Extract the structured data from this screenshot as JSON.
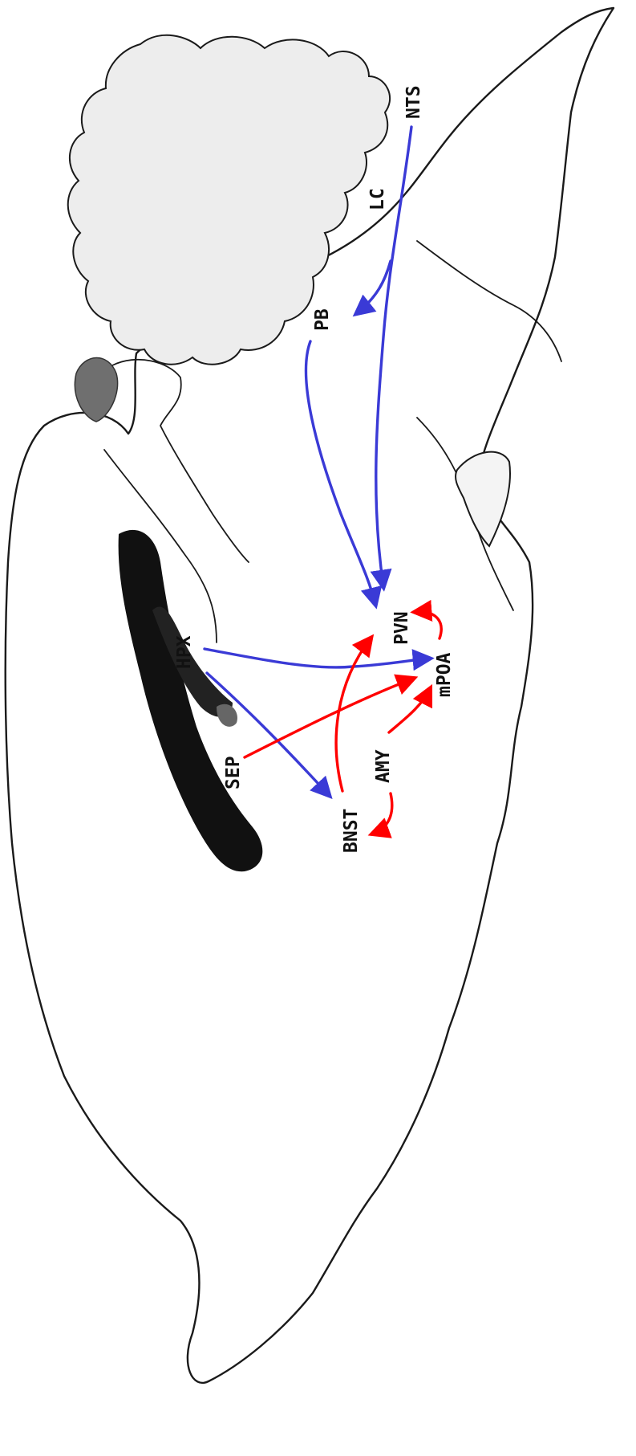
{
  "colors": {
    "cerebellum": "#ededed",
    "ventricle": "#111111",
    "pineal": "#6f6f6f",
    "stress_pathway": "#3a3ad6",
    "social_pathway": "#ff0000"
  },
  "regions": {
    "NTS": "NTS",
    "LC": "LC",
    "PB": "PB",
    "PVN": "PVN",
    "HPX": "HPX",
    "mPOA": "mPOA",
    "SEP": "SEP",
    "AMY": "AMY",
    "BNST": "BNST"
  },
  "connections": [
    {
      "from": "NTS",
      "to": "PVN",
      "pathway": "stress_pathway"
    },
    {
      "from": "NTS",
      "to": "PB",
      "pathway": "stress_pathway"
    },
    {
      "from": "PB",
      "to": "PVN",
      "pathway": "stress_pathway"
    },
    {
      "from": "HPX",
      "to": "mPOA",
      "pathway": "stress_pathway"
    },
    {
      "from": "HPX",
      "to": "BNST",
      "pathway": "stress_pathway"
    },
    {
      "from": "mPOA",
      "to": "PVN",
      "pathway": "social_pathway"
    },
    {
      "from": "BNST",
      "to": "PVN",
      "pathway": "social_pathway"
    },
    {
      "from": "SEP",
      "to": "mPOA",
      "pathway": "social_pathway"
    },
    {
      "from": "AMY",
      "to": "mPOA",
      "pathway": "social_pathway"
    },
    {
      "from": "AMY",
      "to": "BNST",
      "pathway": "social_pathway"
    }
  ]
}
